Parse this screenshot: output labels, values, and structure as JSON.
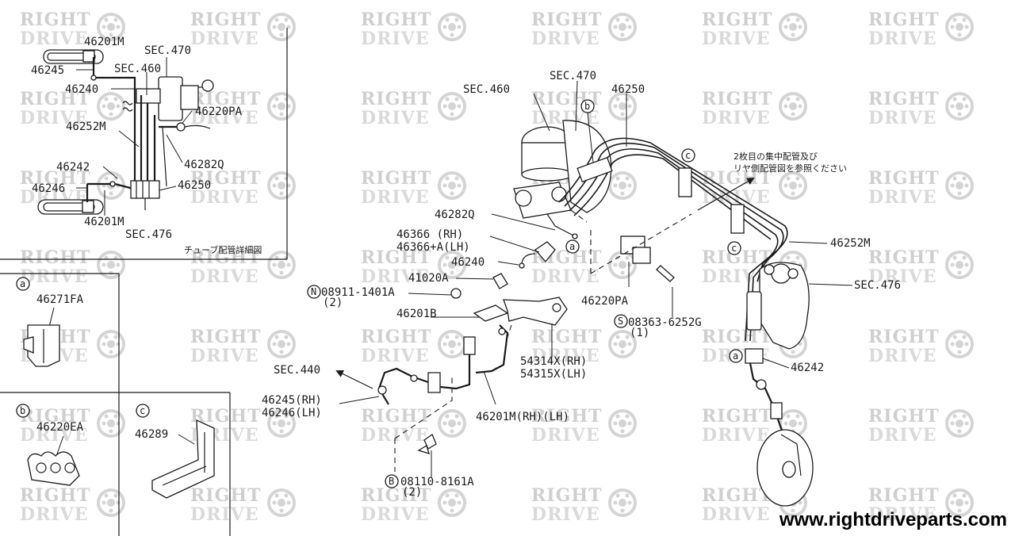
{
  "watermark": {
    "line1": "RIGHT",
    "line2": "DRIVE"
  },
  "website": "www.rightdriveparts.com",
  "detail_inset": {
    "caption": "チューブ配管詳細図",
    "labels": {
      "p46201m_top": "46201M",
      "sec470": "SEC.470",
      "sec460": "SEC.460",
      "p46245": "46245",
      "p46240": "46240",
      "p46220pa": "46220PA",
      "p46252m": "46252M",
      "p46282q": "46282Q",
      "p46242": "46242",
      "p46250": "46250",
      "p46246": "46246",
      "p46201m_bottom": "46201M",
      "sec476": "SEC.476"
    }
  },
  "callout_panels": [
    {
      "marker": "a",
      "part": "46271FA"
    },
    {
      "marker": "b",
      "part": "46220EA"
    },
    {
      "marker": "c",
      "part": "46289"
    }
  ],
  "main": {
    "note_line1": "2枚目の集中配管及び",
    "note_line2": "リヤ側配管図を参照ください",
    "labels": {
      "sec460": "SEC.460",
      "sec470": "SEC.470",
      "p46250": "46250",
      "p46282q": "46282Q",
      "p46366_rh": "46366  (RH)",
      "p46366_lh": "46366+A(LH)",
      "p46240": "46240",
      "p41020a": "41020A",
      "bolt_n": "08911-1401A",
      "bolt_n_qty": "(2)",
      "p46201b": "46201B",
      "p46220pa": "46220PA",
      "bolt_s": "08363-6252G",
      "bolt_s_qty": "(1)",
      "p54314x": "54314X(RH)",
      "p54315x": "54315X(LH)",
      "sec440": "SEC.440",
      "p46245_rh": "46245(RH)",
      "p46246_lh": "46246(LH)",
      "p46201m": "46201M(RH)(LH)",
      "bolt_b": "08110-8161A",
      "bolt_b_qty": "(2)",
      "p46252m": "46252M",
      "sec476": "SEC.476",
      "p46242": "46242"
    },
    "bolt_prefix": {
      "n": "N",
      "s": "S",
      "b": "B"
    },
    "markers": {
      "a": "a",
      "b": "b",
      "c": "c"
    }
  }
}
